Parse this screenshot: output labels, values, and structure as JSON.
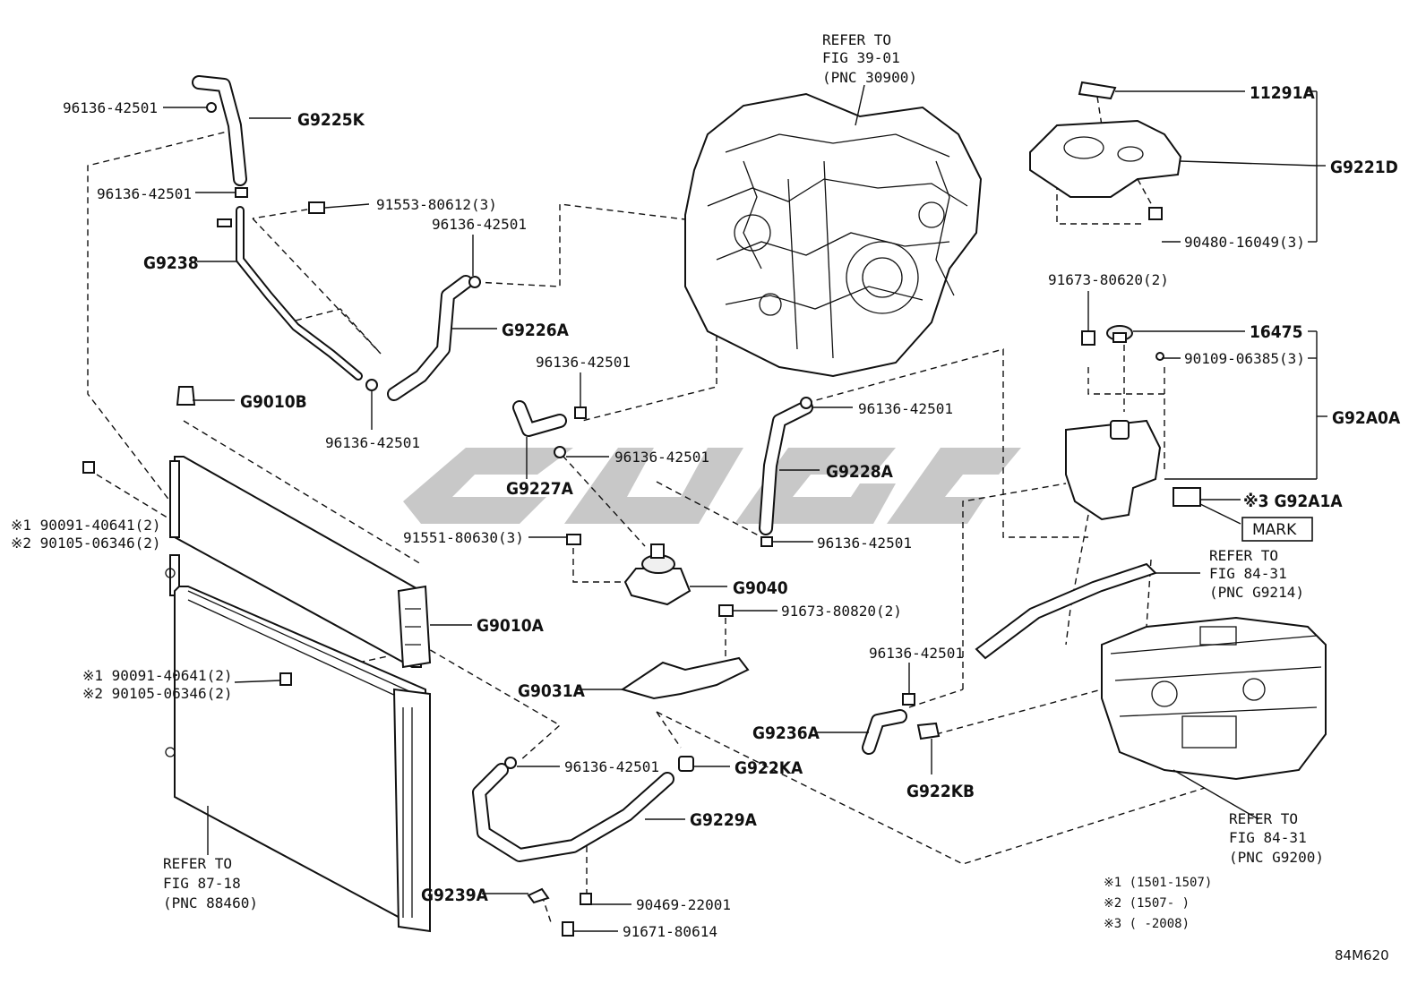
{
  "diagram_id": "84M620",
  "watermark": "CAGC",
  "labels": {
    "ref_fig_39_01": [
      "REFER TO",
      "FIG 39-01",
      "(PNC 30900)"
    ],
    "ref_fig_84_31_a": [
      "REFER TO",
      "FIG 84-31",
      "(PNC G9214)"
    ],
    "ref_fig_84_31_b": [
      "REFER TO",
      "FIG 84-31",
      "(PNC G9200)"
    ],
    "ref_fig_87_18": [
      "REFER TO",
      "FIG 87-18",
      "(PNC 88460)"
    ],
    "clamp": "96136-42501",
    "p_G9225K": "G9225K",
    "p_91553": "91553-80612(3)",
    "p_G9238": "G9238",
    "p_G9226A": "G9226A",
    "p_G9010B": "G9010B",
    "p_G9227A": "G9227A",
    "p_91551": "91551-80630(3)",
    "p_G9040": "G9040",
    "p_91673_80820": "91673-80820(2)",
    "p_G9010A": "G9010A",
    "p_G9031A": "G9031A",
    "p_90091_a": "※1 90091-40641(2)",
    "p_90105_a": "※2 90105-06346(2)",
    "p_90091_b": "※1 90091-40641(2)",
    "p_90105_b": "※2 90105-06346(2)",
    "p_G922KA": "G922KA",
    "p_G9229A": "G9229A",
    "p_G9239A": "G9239A",
    "p_90469": "90469-22001",
    "p_91671": "91671-80614",
    "p_G9228A": "G9228A",
    "p_G9236A": "G9236A",
    "p_G922KB": "G922KB",
    "p_11291A": "11291A",
    "p_G9221D": "G9221D",
    "p_90480": "90480-16049(3)",
    "p_91673_80620": "91673-80620(2)",
    "p_16475": "16475",
    "p_90109": "90109-06385(3)",
    "p_G92A0A": "G92A0A",
    "p_G92A1A": "※3 G92A1A",
    "mark": "MARK"
  },
  "notes": {
    "n1": "※1 (1501-1507)",
    "n2": "※2 (1507-      )",
    "n3": "※3 (      -2008)"
  }
}
